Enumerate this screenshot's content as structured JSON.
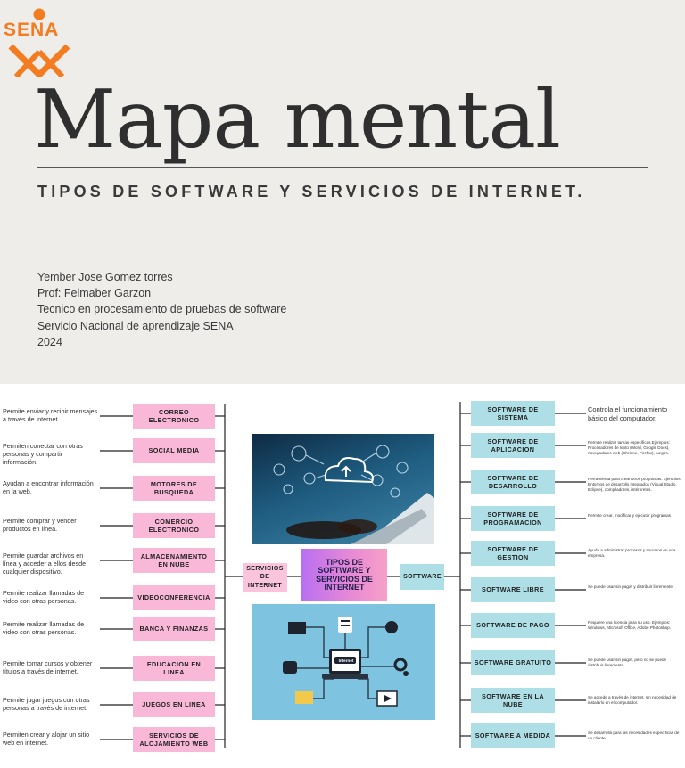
{
  "header": {
    "logo_text": "SENA",
    "title": "Mapa mental",
    "subtitle": "TIPOS DE SOFTWARE Y SERVICIOS DE INTERNET.",
    "author_lines": [
      "Yember Jose Gomez torres",
      "Prof: Felmaber Garzon",
      "Tecnico en procesamiento de pruebas de software",
      "Servicio Nacional de aprendizaje SENA",
      "2024"
    ]
  },
  "center": {
    "title": "TIPOS DE SOFTWARE Y SERVICIOS DE INTERNET",
    "left_hub": "SERVICIOS DE INTERNET",
    "right_hub": "SOFTWARE",
    "illustration_label": "Internet"
  },
  "left_branches": [
    {
      "label": "CORREO ELECTRONICO",
      "desc": "Permite enviar y recibir mensajes a través de internet."
    },
    {
      "label": "SOCIAL MEDIA",
      "desc": "Permiten conectar con otras personas y compartir información."
    },
    {
      "label": "MOTORES DE BUSQUEDA",
      "desc": "Ayudan a encontrar información en la web."
    },
    {
      "label": "COMERCIO ELECTRONICO",
      "desc": "Permite comprar y vender productos en línea."
    },
    {
      "label": "ALMACENAMIENTO EN NUBE",
      "desc": "Permite guardar archivos en línea y acceder a ellos desde cualquier dispositivo."
    },
    {
      "label": "VIDEOCONFERENCIA",
      "desc": "Permite realizar llamadas de video con otras personas."
    },
    {
      "label": "BANCA Y FINANZAS",
      "desc": "Permite realizar llamadas de video con otras personas."
    },
    {
      "label": "EDUCACION EN LINEA",
      "desc": "Permite tomar cursos y obtener títulos a través de internet."
    },
    {
      "label": "JUEGOS EN LINEA",
      "desc": "Permite jugar juegos con otras personas a través de internet."
    },
    {
      "label": "SERVICIOS DE ALOJAMIENTO WEB",
      "desc": "Permiten crear y alojar un sitio web en internet."
    }
  ],
  "right_branches": [
    {
      "label": "SOFTWARE DE SISTEMA",
      "desc": "Controla el funcionamiento básico del computador."
    },
    {
      "label": "SOFTWARE DE APLICACION",
      "desc": "Permite realizar tareas específicas.Ejemplos: Procesadores de texto (Word, Google Docs), navegadores web (Chrome, Firefox), juegos."
    },
    {
      "label": "SOFTWARE DE DESARROLLO",
      "desc": "Herramienta para crear otros programas. Ejemplos: Entornos de desarrollo integrados (Visual Studio, Eclipse), compiladores, intérpretes."
    },
    {
      "label": "SOFTWARE DE PROGRAMACION",
      "desc": "Permite crear, modificar y ejecutar programas"
    },
    {
      "label": "SOFTWARE DE GESTION",
      "desc": "Ayuda a administrar procesos y recursos en una empresa."
    },
    {
      "label": "SOFTWARE LIBRE",
      "desc": "Se puede usar sin pagar y distribuir libremente."
    },
    {
      "label": "SOFTWARE DE PAGO",
      "desc": "Requiere una licencia para su uso. Ejemplos: Windows, Microsoft Office, Adobe Photoshop."
    },
    {
      "label": "SOFTWARE GRATUITO",
      "desc": "Se puede usar sin pagar, pero no se puede distribuir libremente."
    },
    {
      "label": "SOFTWARE EN LA NUBE",
      "desc": "Se accede a través de internet, sin necesidad de instalarlo en el computador."
    },
    {
      "label": "SOFTWARE A MEDIDA",
      "desc": "Se desarrolla para las necesidades específicas de un cliente."
    }
  ],
  "colors": {
    "left_node": "#f9b8d8",
    "right_node": "#aedfe6",
    "logo": "#f47c20",
    "header_bg": "#efedea"
  }
}
